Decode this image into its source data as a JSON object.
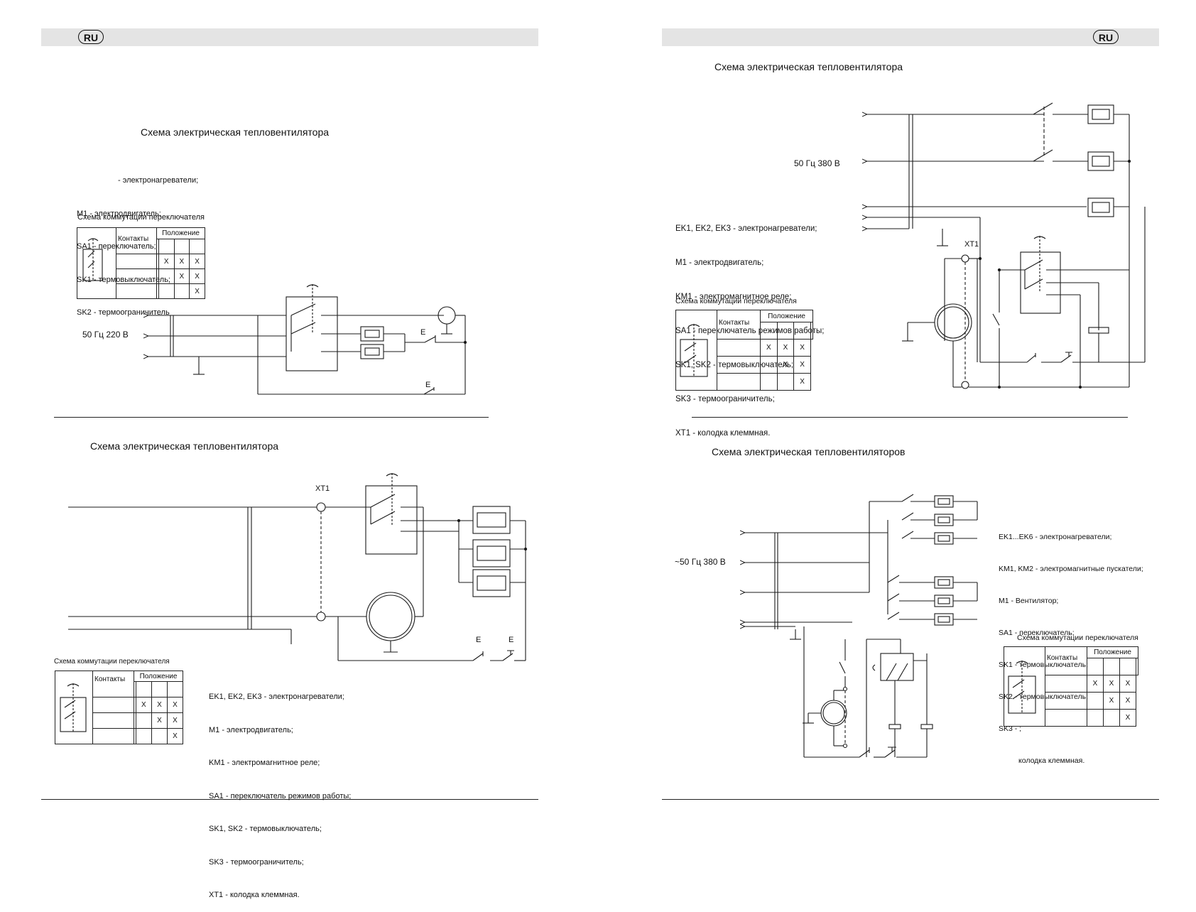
{
  "pages": {
    "left": {
      "badge": "RU"
    },
    "right": {
      "badge": "RU"
    }
  },
  "diagram1": {
    "title": "Схема электрическая тепловентилятора",
    "legend": [
      "- электронагреватели;",
      "M1 - электродвигатель;",
      "SA1 - переключатель;",
      "SK1 - термовыключатель;",
      "SK2 - термоограничитель"
    ],
    "switch_title": "Схема коммутации переключателя",
    "table": {
      "contacts": "Контакты",
      "position": "Положение",
      "rows": [
        [
          "X",
          "X",
          "X"
        ],
        [
          "",
          "X",
          "X"
        ],
        [
          "",
          "",
          "X"
        ]
      ]
    },
    "freq": "50 Гц 220 В",
    "labels": {
      "e1": "E",
      "e2": "E"
    }
  },
  "diagram2": {
    "title": "Схема электрическая тепловентилятора",
    "terminal": "XT1",
    "labels": {
      "e1": "E",
      "e2": "E"
    },
    "switch_title": "Схема коммутации переключателя",
    "table": {
      "contacts": "Контакты",
      "position": "Положение",
      "rows": [
        [
          "X",
          "X",
          "X"
        ],
        [
          "",
          "X",
          "X"
        ],
        [
          "",
          "",
          "X"
        ]
      ]
    },
    "legend": [
      "EK1, EK2, EK3 - электронагреватели;",
      "M1 - электродвигатель;",
      "KM1 - электромагнитное реле;",
      "SA1 - переключатель режимов работы;",
      "SK1, SK2 - термовыключатель;",
      "SK3 - термоограничитель;",
      "XT1 - колодка клеммная."
    ]
  },
  "diagram3": {
    "title": "Схема электрическая тепловентилятора",
    "freq": "50 Гц 380 В",
    "terminal": "XT1",
    "legend": [
      "EK1, EK2, EK3 - электронагреватели;",
      "M1 - электродвигатель;",
      "KM1 - электромагнитное реле;",
      "SA1 - переключатель режимов работы;",
      "SK1, SK2 - термовыключатель;",
      "SK3 - термоограничитель;",
      "XT1 - колодка клеммная."
    ],
    "switch_title": "Схема коммутации переключателя",
    "table": {
      "contacts": "Контакты",
      "position": "Положение",
      "rows": [
        [
          "X",
          "X",
          "X"
        ],
        [
          "",
          "X",
          "X"
        ],
        [
          "",
          "",
          "X"
        ]
      ]
    }
  },
  "diagram4": {
    "title": "Схема электрическая тепловентиляторов",
    "freq": "~50 Гц 380 В",
    "legend": [
      "EK1...EK6 - электронагреватели;",
      "KM1, KM2 - электромагнитные пускатели;",
      "M1 - Вентилятор;",
      "SA1 - переключатель;",
      "SK1 - термовыключатель;",
      "SK2 - термовыключатель;",
      "SK3 - ;",
      "колодка клеммная."
    ],
    "switch_title": "Схема коммутации переключателя",
    "table": {
      "contacts": "Контакты",
      "position": "Положение",
      "rows": [
        [
          "X",
          "X",
          "X"
        ],
        [
          "",
          "X",
          "X"
        ],
        [
          "",
          "",
          "X"
        ]
      ]
    }
  }
}
